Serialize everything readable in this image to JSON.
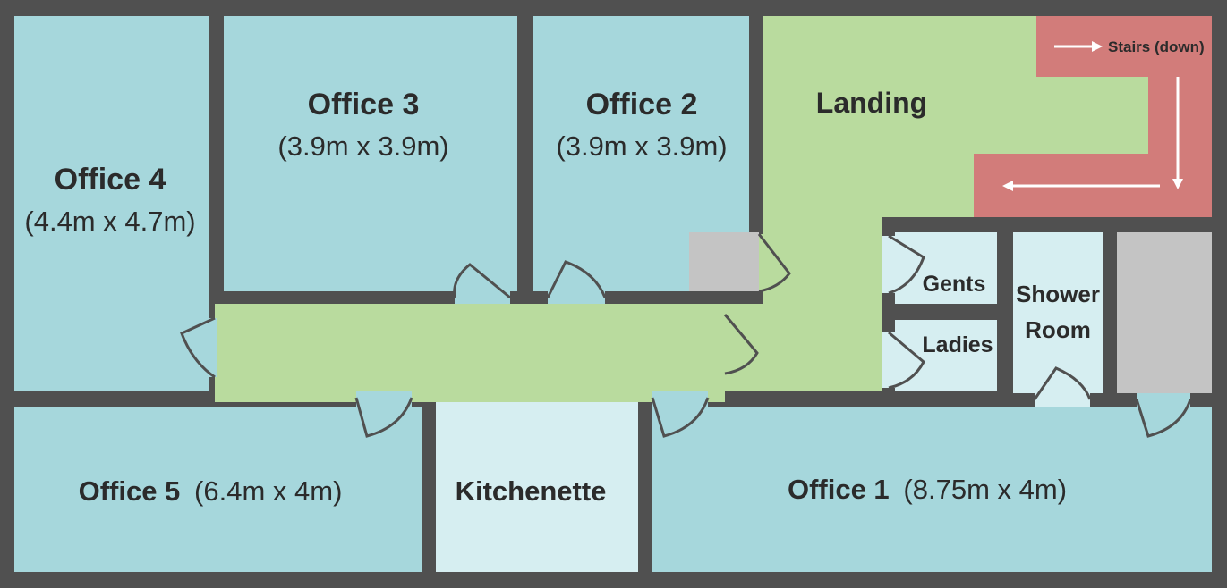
{
  "colors": {
    "wall": "#505050",
    "office": "#a6d7dc",
    "corridor": "#b9db9e",
    "wet_room": "#d6eef1",
    "stairs": "#d27c7a",
    "storage": "#c4c4c4",
    "arrow": "#ffffff"
  },
  "rooms": {
    "office4": {
      "name": "Office 4",
      "size": "(4.4m x 4.7m)"
    },
    "office3": {
      "name": "Office 3",
      "size": "(3.9m x 3.9m)"
    },
    "office2": {
      "name": "Office 2",
      "size": "(3.9m x 3.9m)"
    },
    "landing": {
      "name": "Landing"
    },
    "stairs": {
      "name": "Stairs (down)"
    },
    "gents": {
      "name": "Gents"
    },
    "ladies": {
      "name": "Ladies"
    },
    "shower": {
      "name_line1": "Shower",
      "name_line2": "Room"
    },
    "office5": {
      "name": "Office 5",
      "size": "(6.4m x 4m)"
    },
    "kitchenette": {
      "name": "Kitchenette"
    },
    "office1": {
      "name": "Office 1",
      "size": "(8.75m x 4m)"
    }
  }
}
